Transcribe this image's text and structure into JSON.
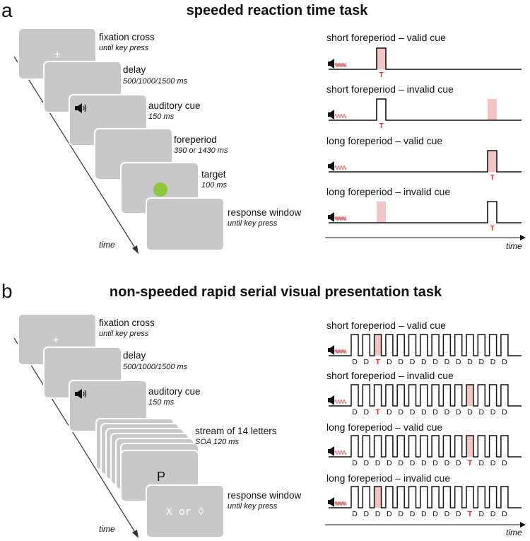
{
  "panel_a": {
    "letter": "a",
    "title": "speeded reaction time task",
    "steps": [
      {
        "label": "fixation cross",
        "sublabel": "until key press",
        "content": "+"
      },
      {
        "label": "delay",
        "sublabel": "500/1000/1500 ms"
      },
      {
        "label": "auditory cue",
        "sublabel": "150 ms",
        "icon": "speaker-icon"
      },
      {
        "label": "foreperiod",
        "sublabel": "390 or 1430 ms"
      },
      {
        "label": "target",
        "sublabel": "100 ms",
        "icon": "green-dot",
        "color": "#8dc63f"
      },
      {
        "label": "response window",
        "sublabel": "until key press"
      }
    ],
    "axis_label": "time",
    "timelines": [
      {
        "title": "short foreperiod – valid cue",
        "cue": "dense",
        "target": "short",
        "expected": "short",
        "target_letter": "T"
      },
      {
        "title": "short foreperiod – invalid cue",
        "cue": "sparse",
        "target": "short",
        "expected": "long",
        "target_letter": "T"
      },
      {
        "title": "long foreperiod – valid cue",
        "cue": "sparse",
        "target": "long",
        "expected": "long",
        "target_letter": "T"
      },
      {
        "title": "long foreperiod – invalid cue",
        "cue": "dense",
        "target": "long",
        "expected": "short",
        "target_letter": "T"
      }
    ],
    "timeline_axis_label": "time"
  },
  "panel_b": {
    "letter": "b",
    "title": "non-speeded rapid serial visual presentation task",
    "steps": [
      {
        "label": "fixation cross",
        "sublabel": "until key press",
        "content": "+"
      },
      {
        "label": "delay",
        "sublabel": "500/1000/1500 ms"
      },
      {
        "label": "auditory cue",
        "sublabel": "150 ms",
        "icon": "speaker-icon"
      },
      {
        "label": "stream of 14 letters",
        "sublabel": "SOA 120 ms",
        "content": "P"
      },
      {
        "label": "response window",
        "sublabel": "until key press",
        "content": "X or ◊"
      }
    ],
    "axis_label": "time",
    "timelines": [
      {
        "title": "short foreperiod – valid cue",
        "cue": "dense",
        "target_index": 2,
        "expected_index": 2
      },
      {
        "title": "short foreperiod – invalid cue",
        "cue": "sparse",
        "target_index": 2,
        "expected_index": 10
      },
      {
        "title": "long foreperiod – valid cue",
        "cue": "sparse",
        "target_index": 10,
        "expected_index": 10
      },
      {
        "title": "long foreperiod – invalid cue",
        "cue": "dense",
        "target_index": 10,
        "expected_index": 2
      }
    ],
    "distractor_letter": "D",
    "target_letter": "T",
    "timeline_axis_label": "time"
  },
  "colors": {
    "card": "#c8c8c8",
    "highlight": "#f2c4c4",
    "target_text": "#e0302a",
    "wave": "#d98080",
    "target_dot": "#8dc63f"
  }
}
